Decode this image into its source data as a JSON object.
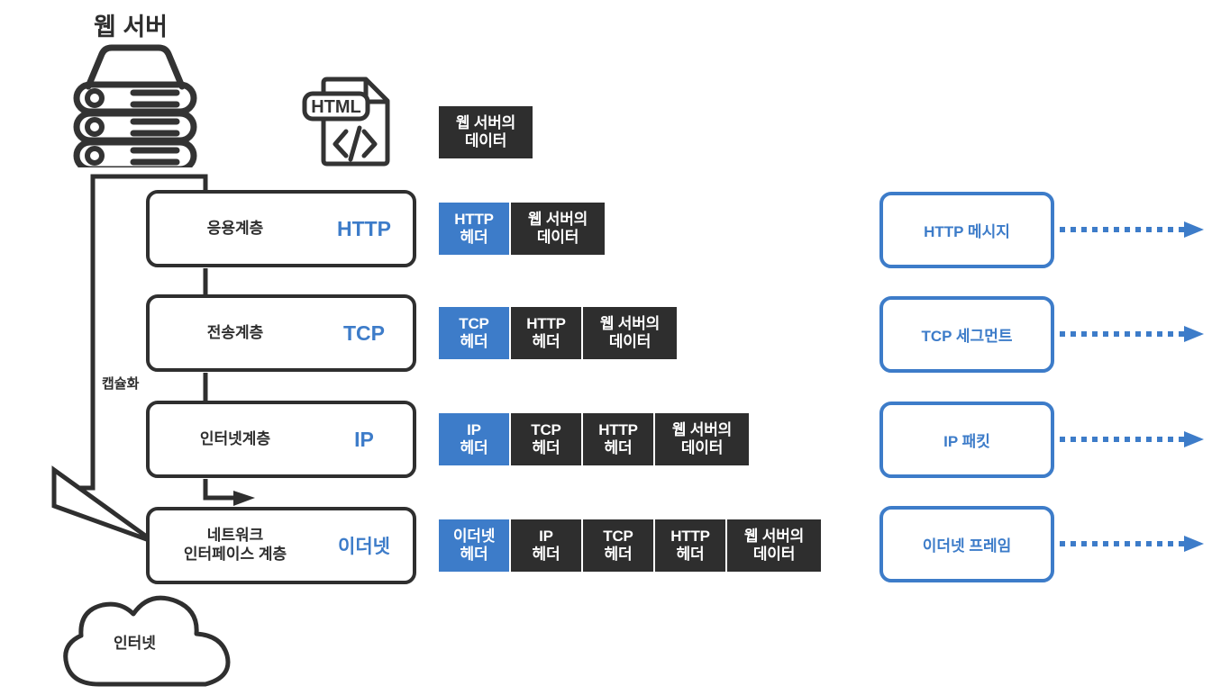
{
  "diagram": {
    "title": "웹 서버",
    "encapsulation_label": "캡슐화",
    "cloud_label": "인터넷",
    "colors": {
      "header_blue": "#3d7cc9",
      "data_dark": "#2e2e2e",
      "outline_dark": "#2f2f2f",
      "background": "#ffffff"
    }
  },
  "icons": {
    "server": "server-rack-icon",
    "html_file": "html-file-icon",
    "html_file_text": "HTML",
    "html_file_code": "</>",
    "cloud": "cloud-icon",
    "arrow": "arrow-icon"
  },
  "top_payload": {
    "label": "웹 서버의\n데이터"
  },
  "layers": [
    {
      "name": "응용계층",
      "protocol": "HTTP",
      "pdu_name": "HTTP 메시지"
    },
    {
      "name": "전송계층",
      "protocol": "TCP",
      "pdu_name": "TCP 세그먼트"
    },
    {
      "name": "인터넷계층",
      "protocol": "IP",
      "pdu_name": "IP 패킷"
    },
    {
      "name": "네트워크\n인터페이스 계층",
      "protocol": "이더넷",
      "pdu_name": "이더넷 프레임"
    }
  ],
  "pdus": [
    {
      "layer": "응용계층",
      "cells": [
        {
          "label": "HTTP\n헤더",
          "kind": "header",
          "width": 80
        },
        {
          "label": "웹 서버의\n데이터",
          "kind": "data",
          "width": 104
        }
      ]
    },
    {
      "layer": "전송계층",
      "cells": [
        {
          "label": "TCP\n헤더",
          "kind": "header",
          "width": 80
        },
        {
          "label": "HTTP\n헤더",
          "kind": "data",
          "width": 80
        },
        {
          "label": "웹 서버의\n데이터",
          "kind": "data",
          "width": 104
        }
      ]
    },
    {
      "layer": "인터넷계층",
      "cells": [
        {
          "label": "IP\n헤더",
          "kind": "header",
          "width": 80
        },
        {
          "label": "TCP\n헤더",
          "kind": "data",
          "width": 80
        },
        {
          "label": "HTTP\n헤더",
          "kind": "data",
          "width": 80
        },
        {
          "label": "웹 서버의\n데이터",
          "kind": "data",
          "width": 104
        }
      ]
    },
    {
      "layer": "네트워크 인터페이스 계층",
      "cells": [
        {
          "label": "이더넷\n헤더",
          "kind": "header",
          "width": 80
        },
        {
          "label": "IP\n헤더",
          "kind": "data",
          "width": 80
        },
        {
          "label": "TCP\n헤더",
          "kind": "data",
          "width": 80
        },
        {
          "label": "HTTP\n헤더",
          "kind": "data",
          "width": 80
        },
        {
          "label": "웹 서버의\n데이터",
          "kind": "data",
          "width": 104
        }
      ]
    }
  ]
}
